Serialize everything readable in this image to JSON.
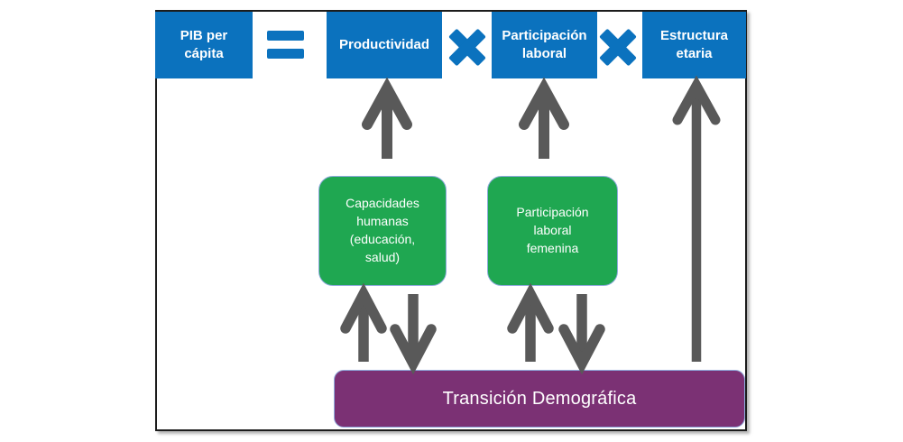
{
  "diagram": {
    "equation": {
      "result": "PIB per\ncápita",
      "factors": [
        "Productividad",
        "Participación\nlaboral",
        "Estructura\netaria"
      ],
      "operators": {
        "equals": "=",
        "multiply": "×"
      }
    },
    "drivers": [
      {
        "label": "Capacidades\nhumanas\n(educación,\nsalud)"
      },
      {
        "label": "Participación\nlaboral\nfemenina"
      }
    ],
    "base": {
      "label": "Transición Demográfica"
    },
    "colors": {
      "box_blue": "#0B72BE",
      "box_green": "#1FA751",
      "box_purple": "#7B3174",
      "arrow_gray": "#595959",
      "accent_border": "#8FAADC"
    }
  }
}
